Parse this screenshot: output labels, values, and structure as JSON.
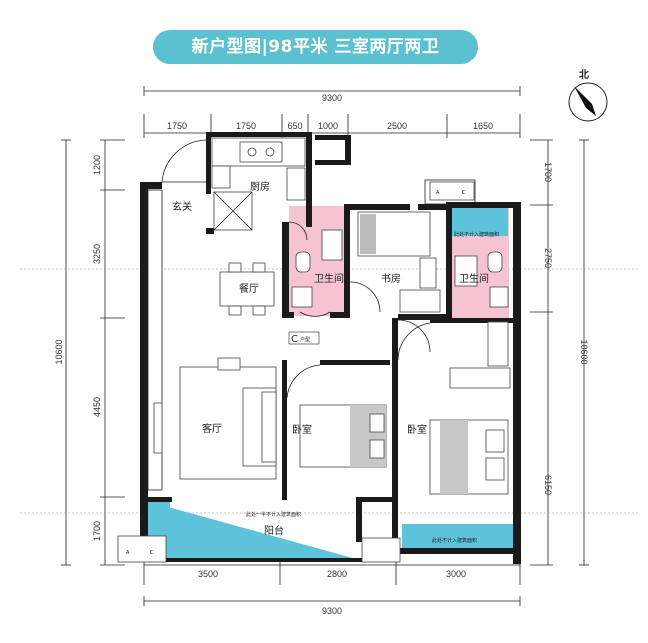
{
  "title": "新户型图|98平米 三室两厅两卫",
  "compass": {
    "label": "北",
    "icon": "north-arrow-icon"
  },
  "overall_dims": {
    "top": "9300",
    "bottom": "9300",
    "left": "10600",
    "right": "10600"
  },
  "top_dims": [
    "1750",
    "1750",
    "650",
    "1000",
    "2500",
    "1650"
  ],
  "bottom_dims": [
    "3500",
    "2800",
    "3000"
  ],
  "left_dims": [
    "1200",
    "3250",
    "4450",
    "1700"
  ],
  "right_dims": [
    "1700",
    "2750",
    "6150"
  ],
  "rooms": {
    "entrance": "玄关",
    "kitchen": "厨房",
    "dining": "餐厅",
    "bath_left": "卫生间",
    "study": "书房",
    "bath_right": "卫生间",
    "living": "客厅",
    "bedroom_mid": "卧室",
    "bedroom_right": "卧室",
    "balcony": "阳台"
  },
  "type_label": "C",
  "type_suffix": "户型",
  "notes": {
    "area_note_top": "此处不计入建筑面积",
    "area_note_balcony": "此处一半不计入建筑面积",
    "area_note_bottom": "此处不计入建筑面积"
  },
  "colors": {
    "accent": "#5bc0cf",
    "bath": "#f6c3d3",
    "blue_area": "#5dc3da",
    "wall": "#1a1a1a"
  }
}
